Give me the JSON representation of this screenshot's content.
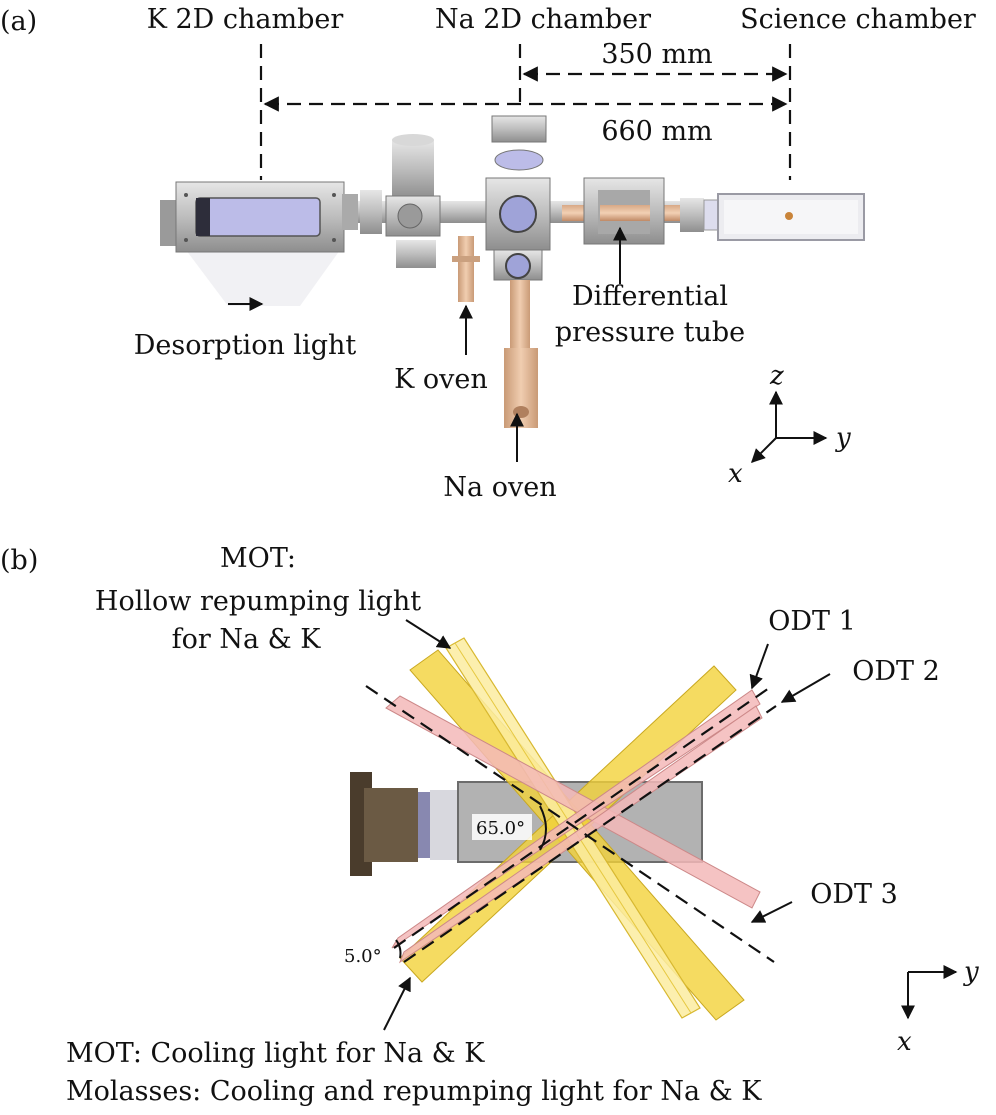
{
  "panel_a": {
    "label": "(a)",
    "k_chamber": "K 2D chamber",
    "na_chamber": "Na 2D chamber",
    "science_chamber": "Science chamber",
    "dist_350": "350 mm",
    "dist_660": "660 mm",
    "desorption": "Desorption light",
    "k_oven": "K oven",
    "diff_tube_1": "Differential",
    "diff_tube_2": "pressure tube",
    "na_oven": "Na oven",
    "axis_z": "z",
    "axis_y": "y",
    "axis_x": "x"
  },
  "panel_b": {
    "label": "(b)",
    "mot_title": "MOT:",
    "hollow_1": "Hollow repumping light",
    "hollow_2": "for Na & K",
    "odt1": "ODT 1",
    "odt2": "ODT 2",
    "odt3": "ODT 3",
    "angle_65": "65.0°",
    "angle_5": "5.0°",
    "caption_1": "MOT: Cooling light for Na & K",
    "caption_2": "Molasses: Cooling and repumping light for Na & K",
    "axis_y": "y",
    "axis_x": "x"
  },
  "colors": {
    "mot_beam": "#f2d23a",
    "odt_beam": "#f3b8b8",
    "steel": "#c4c4c4",
    "copper": "#e0b896",
    "glass": "#bcbce8"
  }
}
